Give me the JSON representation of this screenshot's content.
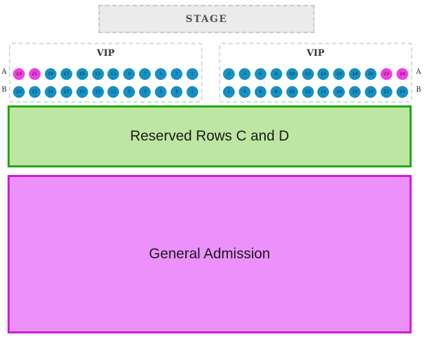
{
  "stage": {
    "label": "STAGE"
  },
  "vip_left": {
    "title": "VIP",
    "row_a": [
      "23",
      "21",
      "19",
      "17",
      "15",
      "13",
      "11",
      "9",
      "7",
      "5",
      "3",
      "1"
    ],
    "row_b": [
      "23",
      "21",
      "19",
      "17",
      "15",
      "13",
      "11",
      "9",
      "7",
      "5",
      "3",
      "1"
    ],
    "row_a_taken": [
      "23",
      "21"
    ],
    "row_b_taken": []
  },
  "vip_right": {
    "title": "VIP",
    "row_a": [
      "2",
      "4",
      "6",
      "8",
      "10",
      "12",
      "14",
      "16",
      "18",
      "20",
      "22",
      "24"
    ],
    "row_b": [
      "2",
      "4",
      "6",
      "8",
      "10",
      "12",
      "14",
      "16",
      "18",
      "20",
      "22",
      "24"
    ],
    "row_a_taken": [
      "22",
      "24"
    ],
    "row_b_taken": []
  },
  "row_labels": {
    "a": "A",
    "b": "B"
  },
  "sections": {
    "reserved": "Reserved Rows C and D",
    "general": "General Admission"
  },
  "colors": {
    "seat_available": "#1590c4",
    "seat_taken": "#ef3fe0",
    "reserved_fill": "#bde6a2",
    "reserved_border": "#1fa810",
    "general_fill": "#ec91fb",
    "general_border": "#c91bdc",
    "stage_fill": "#ebebeb"
  }
}
